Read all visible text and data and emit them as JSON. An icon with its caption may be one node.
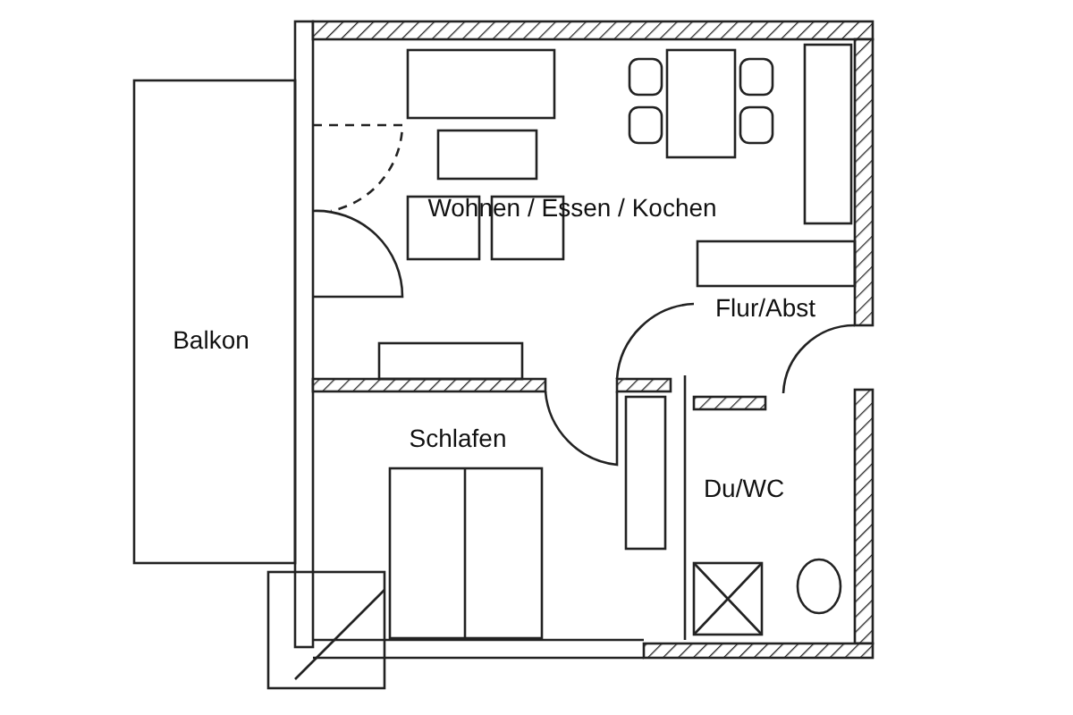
{
  "diagram": {
    "labels": [
      "Wohnen / Essen / Kochen",
      "Flur/Abst",
      "Balkon",
      "Schlafen",
      "Du/WC"
    ]
  }
}
